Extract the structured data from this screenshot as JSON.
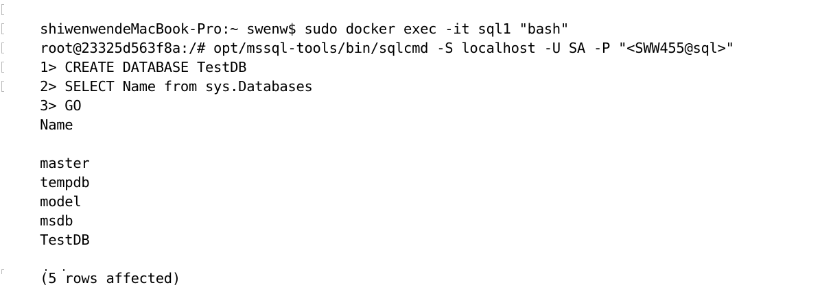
{
  "terminal": {
    "lines": [
      "shiwenwendeMacBook-Pro:~ swenw$ sudo docker exec -it sql1 \"bash\"",
      "root@23325d563f8a:/# opt/mssql-tools/bin/sqlcmd -S localhost -U SA -P \"<SWW455@sql>\"",
      "1> CREATE DATABASE TestDB",
      "2> SELECT Name from sys.Databases",
      "3> GO",
      "Name",
      "----------------------------------------------------------------------------------------------------------------------------",
      "master",
      "tempdb",
      "model",
      "msdb",
      "TestDB",
      "",
      "(5 rows affected)"
    ]
  }
}
